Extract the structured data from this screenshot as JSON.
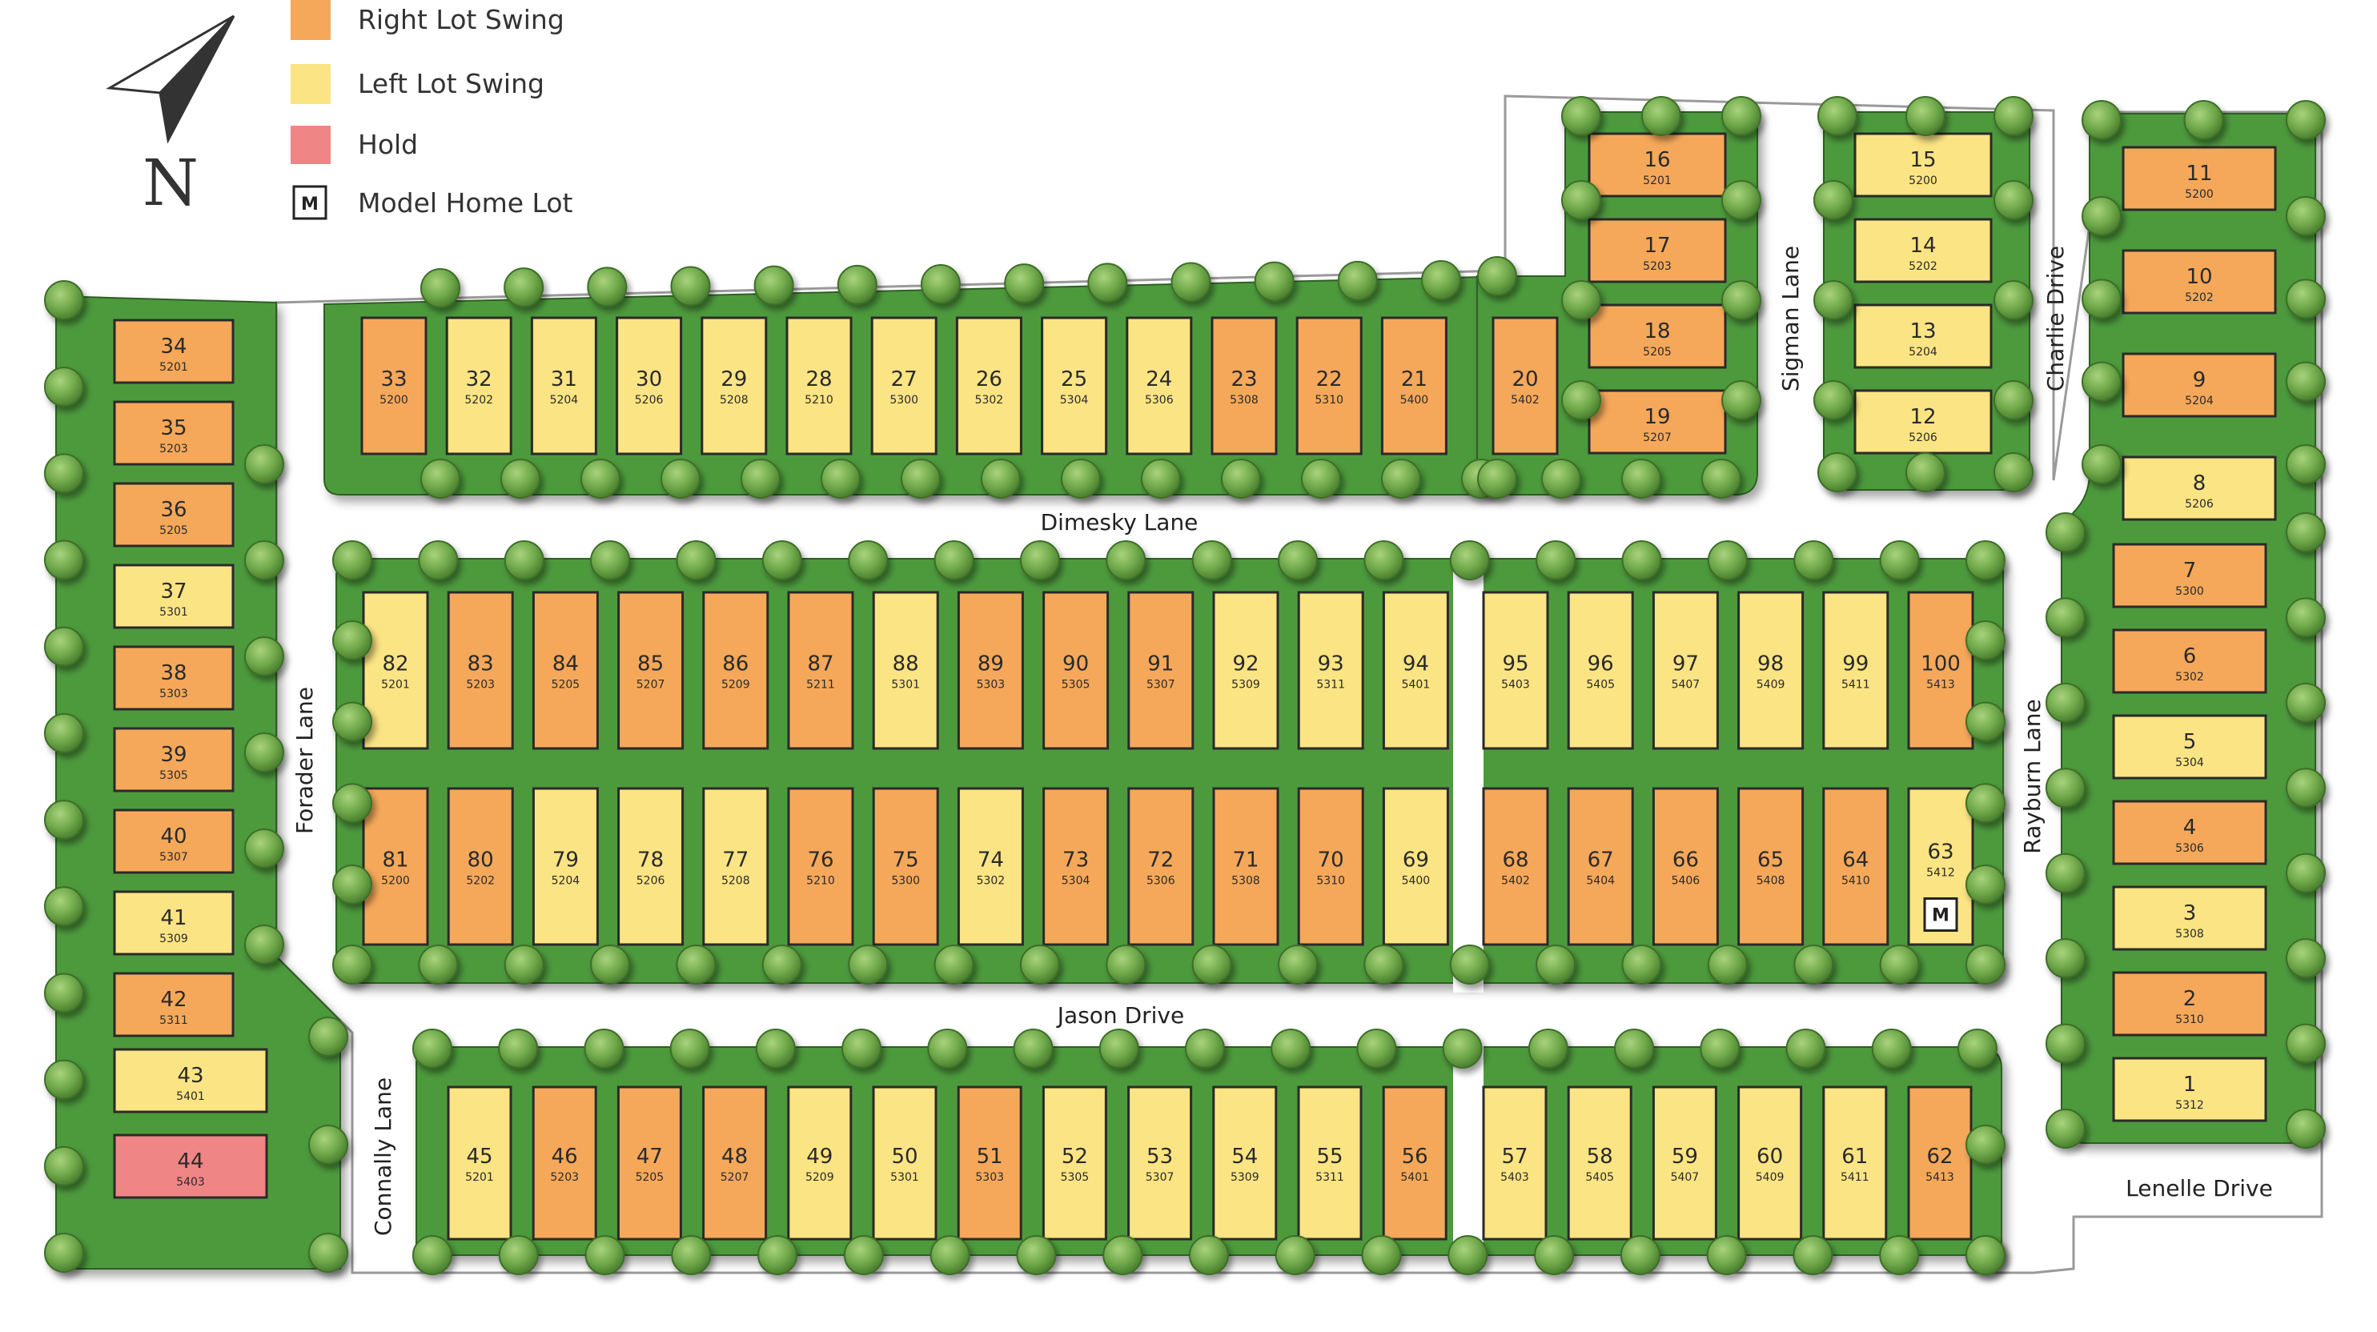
{
  "legend": {
    "right_swing": "Right Lot Swing",
    "left_swing": "Left Lot Swing",
    "hold": "Hold",
    "model": "Model Home Lot",
    "model_mark": "M",
    "north": "N"
  },
  "colors": {
    "right": "#f5a85a",
    "left": "#fbe483",
    "hold": "#f08585",
    "green": "#4e9a3c",
    "green_dark": "#3f8531",
    "road": "#ffffff"
  },
  "streets": {
    "dimesky": "Dimesky Lane",
    "jason": "Jason Drive",
    "forader": "Forader Lane",
    "connally": "Connally Lane",
    "sigman": "Sigman Lane",
    "charlie": "Charlie Drive",
    "rayburn": "Rayburn Lane",
    "lenelle": "Lenelle Drive"
  },
  "lots": [
    {
      "n": "1",
      "addr": "5312",
      "swing": "left"
    },
    {
      "n": "2",
      "addr": "5310",
      "swing": "right"
    },
    {
      "n": "3",
      "addr": "5308",
      "swing": "left"
    },
    {
      "n": "4",
      "addr": "5306",
      "swing": "right"
    },
    {
      "n": "5",
      "addr": "5304",
      "swing": "left"
    },
    {
      "n": "6",
      "addr": "5302",
      "swing": "right"
    },
    {
      "n": "7",
      "addr": "5300",
      "swing": "right"
    },
    {
      "n": "8",
      "addr": "5206",
      "swing": "left"
    },
    {
      "n": "9",
      "addr": "5204",
      "swing": "right"
    },
    {
      "n": "10",
      "addr": "5202",
      "swing": "right"
    },
    {
      "n": "11",
      "addr": "5200",
      "swing": "right"
    },
    {
      "n": "12",
      "addr": "5206",
      "swing": "left"
    },
    {
      "n": "13",
      "addr": "5204",
      "swing": "left"
    },
    {
      "n": "14",
      "addr": "5202",
      "swing": "left"
    },
    {
      "n": "15",
      "addr": "5200",
      "swing": "left"
    },
    {
      "n": "16",
      "addr": "5201",
      "swing": "right"
    },
    {
      "n": "17",
      "addr": "5203",
      "swing": "right"
    },
    {
      "n": "18",
      "addr": "5205",
      "swing": "right"
    },
    {
      "n": "19",
      "addr": "5207",
      "swing": "right"
    },
    {
      "n": "20",
      "addr": "5402",
      "swing": "right"
    },
    {
      "n": "21",
      "addr": "5400",
      "swing": "right"
    },
    {
      "n": "22",
      "addr": "5310",
      "swing": "right"
    },
    {
      "n": "23",
      "addr": "5308",
      "swing": "right"
    },
    {
      "n": "24",
      "addr": "5306",
      "swing": "left"
    },
    {
      "n": "25",
      "addr": "5304",
      "swing": "left"
    },
    {
      "n": "26",
      "addr": "5302",
      "swing": "left"
    },
    {
      "n": "27",
      "addr": "5300",
      "swing": "left"
    },
    {
      "n": "28",
      "addr": "5210",
      "swing": "left"
    },
    {
      "n": "29",
      "addr": "5208",
      "swing": "left"
    },
    {
      "n": "30",
      "addr": "5206",
      "swing": "left"
    },
    {
      "n": "31",
      "addr": "5204",
      "swing": "left"
    },
    {
      "n": "32",
      "addr": "5202",
      "swing": "left"
    },
    {
      "n": "33",
      "addr": "5200",
      "swing": "right"
    },
    {
      "n": "34",
      "addr": "5201",
      "swing": "right"
    },
    {
      "n": "35",
      "addr": "5203",
      "swing": "right"
    },
    {
      "n": "36",
      "addr": "5205",
      "swing": "right"
    },
    {
      "n": "37",
      "addr": "5301",
      "swing": "left"
    },
    {
      "n": "38",
      "addr": "5303",
      "swing": "right"
    },
    {
      "n": "39",
      "addr": "5305",
      "swing": "right"
    },
    {
      "n": "40",
      "addr": "5307",
      "swing": "right"
    },
    {
      "n": "41",
      "addr": "5309",
      "swing": "left"
    },
    {
      "n": "42",
      "addr": "5311",
      "swing": "right"
    },
    {
      "n": "43",
      "addr": "5401",
      "swing": "left"
    },
    {
      "n": "44",
      "addr": "5403",
      "swing": "hold"
    },
    {
      "n": "45",
      "addr": "5201",
      "swing": "left"
    },
    {
      "n": "46",
      "addr": "5203",
      "swing": "right"
    },
    {
      "n": "47",
      "addr": "5205",
      "swing": "right"
    },
    {
      "n": "48",
      "addr": "5207",
      "swing": "right"
    },
    {
      "n": "49",
      "addr": "5209",
      "swing": "left"
    },
    {
      "n": "50",
      "addr": "5301",
      "swing": "left"
    },
    {
      "n": "51",
      "addr": "5303",
      "swing": "right"
    },
    {
      "n": "52",
      "addr": "5305",
      "swing": "left"
    },
    {
      "n": "53",
      "addr": "5307",
      "swing": "left"
    },
    {
      "n": "54",
      "addr": "5309",
      "swing": "left"
    },
    {
      "n": "55",
      "addr": "5311",
      "swing": "left"
    },
    {
      "n": "56",
      "addr": "5401",
      "swing": "right"
    },
    {
      "n": "57",
      "addr": "5403",
      "swing": "left"
    },
    {
      "n": "58",
      "addr": "5405",
      "swing": "left"
    },
    {
      "n": "59",
      "addr": "5407",
      "swing": "left"
    },
    {
      "n": "60",
      "addr": "5409",
      "swing": "left"
    },
    {
      "n": "61",
      "addr": "5411",
      "swing": "left"
    },
    {
      "n": "62",
      "addr": "5413",
      "swing": "right"
    },
    {
      "n": "63",
      "addr": "5412",
      "swing": "left",
      "model": true
    },
    {
      "n": "64",
      "addr": "5410",
      "swing": "right"
    },
    {
      "n": "65",
      "addr": "5408",
      "swing": "right"
    },
    {
      "n": "66",
      "addr": "5406",
      "swing": "right"
    },
    {
      "n": "67",
      "addr": "5404",
      "swing": "right"
    },
    {
      "n": "68",
      "addr": "5402",
      "swing": "right"
    },
    {
      "n": "69",
      "addr": "5400",
      "swing": "left"
    },
    {
      "n": "70",
      "addr": "5310",
      "swing": "right"
    },
    {
      "n": "71",
      "addr": "5308",
      "swing": "right"
    },
    {
      "n": "72",
      "addr": "5306",
      "swing": "right"
    },
    {
      "n": "73",
      "addr": "5304",
      "swing": "right"
    },
    {
      "n": "74",
      "addr": "5302",
      "swing": "left"
    },
    {
      "n": "75",
      "addr": "5300",
      "swing": "right"
    },
    {
      "n": "76",
      "addr": "5210",
      "swing": "right"
    },
    {
      "n": "77",
      "addr": "5208",
      "swing": "left"
    },
    {
      "n": "78",
      "addr": "5206",
      "swing": "left"
    },
    {
      "n": "79",
      "addr": "5204",
      "swing": "left"
    },
    {
      "n": "80",
      "addr": "5202",
      "swing": "right"
    },
    {
      "n": "81",
      "addr": "5200",
      "swing": "right"
    },
    {
      "n": "82",
      "addr": "5201",
      "swing": "left"
    },
    {
      "n": "83",
      "addr": "5203",
      "swing": "right"
    },
    {
      "n": "84",
      "addr": "5205",
      "swing": "right"
    },
    {
      "n": "85",
      "addr": "5207",
      "swing": "right"
    },
    {
      "n": "86",
      "addr": "5209",
      "swing": "right"
    },
    {
      "n": "87",
      "addr": "5211",
      "swing": "right"
    },
    {
      "n": "88",
      "addr": "5301",
      "swing": "left"
    },
    {
      "n": "89",
      "addr": "5303",
      "swing": "right"
    },
    {
      "n": "90",
      "addr": "5305",
      "swing": "right"
    },
    {
      "n": "91",
      "addr": "5307",
      "swing": "right"
    },
    {
      "n": "92",
      "addr": "5309",
      "swing": "left"
    },
    {
      "n": "93",
      "addr": "5311",
      "swing": "left"
    },
    {
      "n": "94",
      "addr": "5401",
      "swing": "left"
    },
    {
      "n": "95",
      "addr": "5403",
      "swing": "left"
    },
    {
      "n": "96",
      "addr": "5405",
      "swing": "left"
    },
    {
      "n": "97",
      "addr": "5407",
      "swing": "left"
    },
    {
      "n": "98",
      "addr": "5409",
      "swing": "left"
    },
    {
      "n": "99",
      "addr": "5411",
      "swing": "left"
    },
    {
      "n": "100",
      "addr": "5413",
      "swing": "right"
    }
  ]
}
